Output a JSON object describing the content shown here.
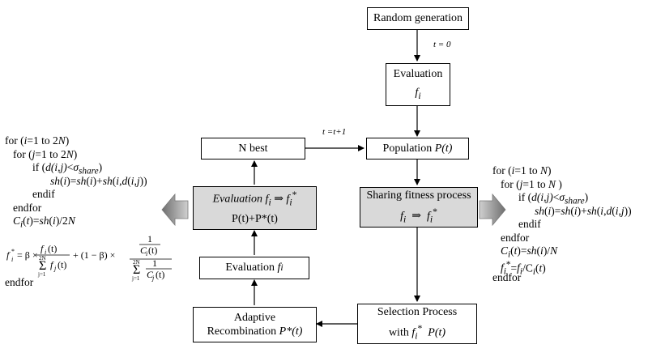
{
  "nodes": {
    "random_generation": "Random generation",
    "evaluation_top": {
      "title": "Evaluation",
      "sub": "f",
      "sub_index": "i"
    },
    "population": {
      "text": "Population ",
      "var": "P(t)"
    },
    "sharing": {
      "title": "Sharing fitness process",
      "lhs": "f",
      "lhs_i": "i",
      "rhs": "f",
      "rhs_i": "i",
      "rhs_sup": "*"
    },
    "selection": {
      "title": "Selection Process",
      "with": "with ",
      "f": "f",
      "f_i": "i",
      "f_sup": "*",
      "p": "P(t)"
    },
    "adaptive": {
      "line1": "Adaptive",
      "line2": "Recombination ",
      "var": "P*(t)"
    },
    "evaluation_mid": {
      "title": "Evaluation ",
      "f": "f",
      "f_i": "i"
    },
    "evaluation_gray": {
      "title": "Evaluation ",
      "lhs": "f",
      "lhs_i": "i",
      "rhs": "f",
      "rhs_i": "i",
      "rhs_sup": "*",
      "line2": "P(t)+P*(t)"
    },
    "n_best": "N best"
  },
  "labels": {
    "t0": "t = 0",
    "tt1": "t =t+1"
  },
  "left_code": {
    "lines": [
      "for (i=1 to 2N)",
      "  for (j=1 to 2N)",
      "    if (d(i,j)<σshare)",
      "      sh(i)=sh(i)+sh(i,d(i,j))",
      "    endif",
      "  endfor",
      "  Ci(t)=sh(i)/2N",
      "fi* = β × Σ fi(t)/fj(t) + (1 − β) × (1/Ci(t)) / Σ 1/Cj(t)",
      "endfor"
    ],
    "sum_lower": "j=1",
    "sum_upper": "2N"
  },
  "right_code": {
    "lines": [
      "for (i=1 to N)",
      "  for (j=1 to N )",
      "    if (d(i,j)<σshare)",
      "      sh(i)=sh(i)+sh(i,d(i,j))",
      "    endif",
      "  endfor",
      "  Ci(t)=sh(i)/N",
      "  fi*=fi/Ci(t)",
      "endfor"
    ]
  },
  "colors": {
    "gray_box": "#d9d9d9",
    "big_arrow": "#9e9e9e"
  }
}
